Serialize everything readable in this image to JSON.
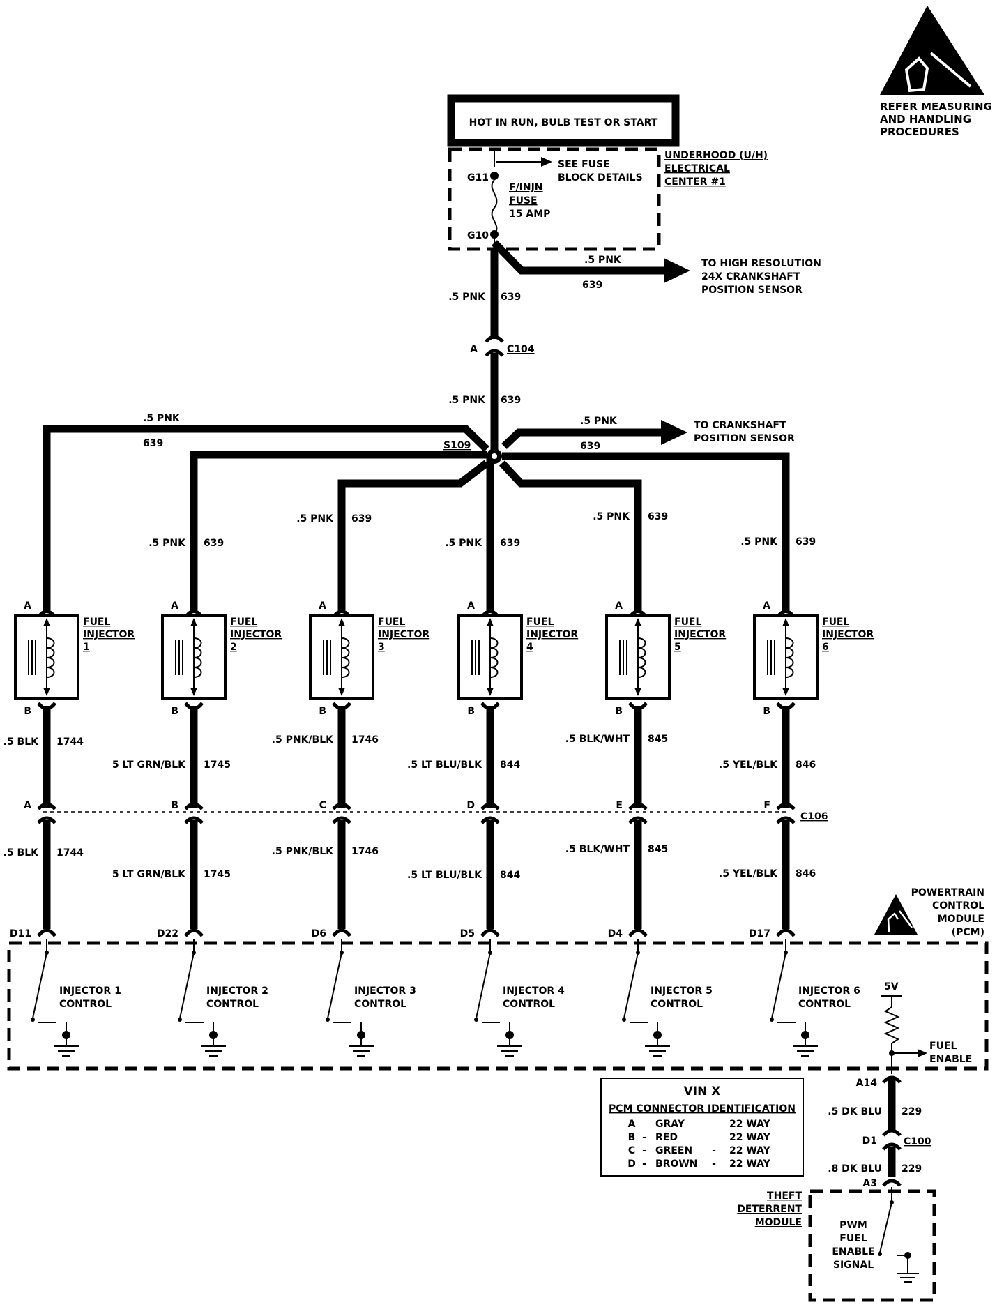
{
  "warning": {
    "line1": "REFER MEASURING",
    "line2": "AND HANDLING",
    "line3": "PROCEDURES"
  },
  "power_source": "HOT IN RUN, BULB TEST OR START",
  "fuse_block": {
    "center_line1": "UNDERHOOD (U/H)",
    "center_line2": "ELECTRICAL",
    "center_line3": "CENTER #1",
    "see_line1": "SEE FUSE",
    "see_line2": "BLOCK DETAILS",
    "fuse_line1": "F/INJN",
    "fuse_line2": "FUSE",
    "fuse_line3": "15 AMP",
    "term_top": "G11",
    "term_bottom": "G10"
  },
  "ckp24": {
    "line1": "TO HIGH RESOLUTION",
    "line2": "24X CRANKSHAFT",
    "line3": "POSITION SENSOR",
    "wire": ".5 PNK",
    "circuit": "639"
  },
  "feed": {
    "wire": ".5 PNK",
    "circuit": "639"
  },
  "c104": {
    "pin": "A",
    "name": "C104"
  },
  "splice": "S109",
  "ckp": {
    "line1": "TO CRANKSHAFT",
    "line2": "POSITION SENSOR",
    "wire": ".5 PNK",
    "circuit": "639"
  },
  "injector_word1": "FUEL",
  "injector_word2": "INJECTOR",
  "injectors": [
    {
      "num": "1",
      "pin_a": "A",
      "pin_b": "B",
      "supply_wire": ".5 PNK",
      "supply_circuit": "639",
      "ctrl_wire": ".5 BLK",
      "ctrl_circuit": "1744",
      "c106_pin": "A",
      "pcm_pin": "D11",
      "control_line1": "INJECTOR 1",
      "control_line2": "CONTROL"
    },
    {
      "num": "2",
      "pin_a": "A",
      "pin_b": "B",
      "supply_wire": ".5 PNK",
      "supply_circuit": "639",
      "ctrl_wire": "5 LT GRN/BLK",
      "ctrl_circuit": "1745",
      "c106_pin": "B",
      "pcm_pin": "D22",
      "control_line1": "INJECTOR 2",
      "control_line2": "CONTROL"
    },
    {
      "num": "3",
      "pin_a": "A",
      "pin_b": "B",
      "supply_wire": ".5 PNK",
      "supply_circuit": "639",
      "ctrl_wire": ".5 PNK/BLK",
      "ctrl_circuit": "1746",
      "c106_pin": "C",
      "pcm_pin": "D6",
      "control_line1": "INJECTOR 3",
      "control_line2": "CONTROL"
    },
    {
      "num": "4",
      "pin_a": "A",
      "pin_b": "B",
      "supply_wire": ".5 PNK",
      "supply_circuit": "639",
      "ctrl_wire": ".5 LT BLU/BLK",
      "ctrl_circuit": "844",
      "c106_pin": "D",
      "pcm_pin": "D5",
      "control_line1": "INJECTOR 4",
      "control_line2": "CONTROL"
    },
    {
      "num": "5",
      "pin_a": "A",
      "pin_b": "B",
      "supply_wire": ".5 PNK",
      "supply_circuit": "639",
      "ctrl_wire": ".5 BLK/WHT",
      "ctrl_circuit": "845",
      "c106_pin": "E",
      "pcm_pin": "D4",
      "control_line1": "INJECTOR 5",
      "control_line2": "CONTROL"
    },
    {
      "num": "6",
      "pin_a": "A",
      "pin_b": "B",
      "supply_wire": ".5 PNK",
      "supply_circuit": "639",
      "ctrl_wire": ".5 YEL/BLK",
      "ctrl_circuit": "846",
      "c106_pin": "F",
      "pcm_pin": "D17",
      "control_line1": "INJECTOR 6",
      "control_line2": "CONTROL"
    }
  ],
  "c106": "C106",
  "pcm": {
    "line1": "POWERTRAIN",
    "line2": "CONTROL",
    "line3": "MODULE",
    "line4": "(PCM)"
  },
  "fuel_enable": {
    "line1": "FUEL",
    "line2": "ENABLE",
    "supply": "5V",
    "pcm_pin": "A14",
    "wire1": ".5 DK BLU",
    "circuit1": "229",
    "c100_pin": "D1",
    "c100": "C100",
    "wire2": ".8 DK BLU",
    "circuit2": "229",
    "tdm_pin": "A3"
  },
  "pcm_id": {
    "title": "VIN X",
    "subtitle": "PCM CONNECTOR IDENTIFICATION",
    "rows": [
      {
        "pin": "A",
        "sep": "",
        "color": "GRAY",
        "sep2": "",
        "ways": "22 WAY"
      },
      {
        "pin": "B",
        "sep": "-",
        "color": "RED",
        "sep2": "",
        "ways": "22 WAY"
      },
      {
        "pin": "C",
        "sep": "-",
        "color": "GREEN",
        "sep2": "-",
        "ways": "22 WAY"
      },
      {
        "pin": "D",
        "sep": "-",
        "color": "BROWN",
        "sep2": "-",
        "ways": "22 WAY"
      }
    ]
  },
  "theft": {
    "line1": "THEFT",
    "line2": "DETERRENT",
    "line3": "MODULE",
    "sig1": "PWM",
    "sig2": "FUEL",
    "sig3": "ENABLE",
    "sig4": "SIGNAL"
  }
}
